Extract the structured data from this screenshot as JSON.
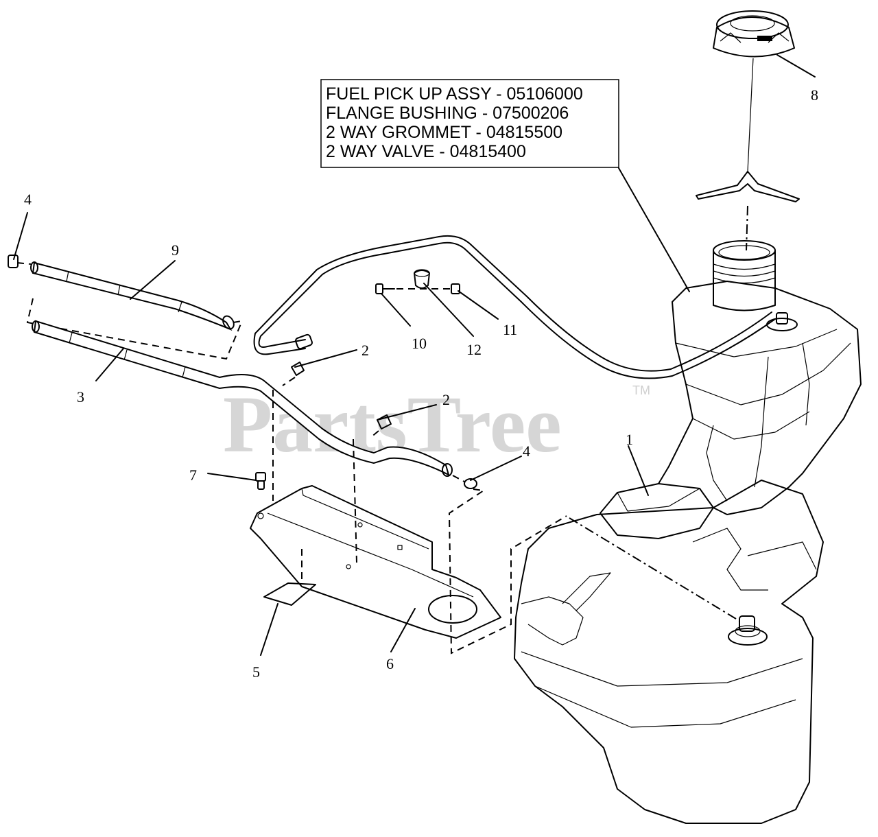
{
  "note_box": {
    "lines": [
      "FUEL PICK UP ASSY - 05106000",
      "FLANGE BUSHING - 07500206",
      "2 WAY GROMMET - 04815500",
      "2 WAY VALVE - 04815400"
    ]
  },
  "watermark": {
    "text": "PartsTree",
    "tm": "TM"
  },
  "callouts": {
    "c1": "1",
    "c2a": "2",
    "c2b": "2",
    "c3": "3",
    "c4a": "4",
    "c4b": "4",
    "c5": "5",
    "c6": "6",
    "c7": "7",
    "c8": "8",
    "c9": "9",
    "c10": "10",
    "c11": "11",
    "c12": "12"
  }
}
